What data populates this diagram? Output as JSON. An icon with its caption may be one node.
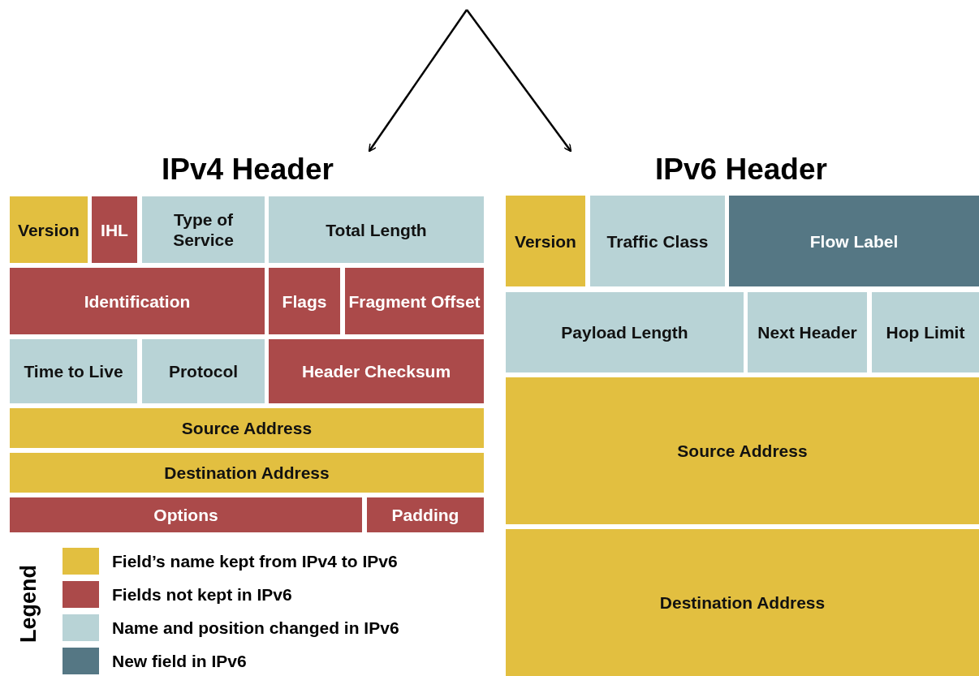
{
  "diagram": {
    "nodes": [
      {
        "text": [
          "IPv4 Header"
        ]
      },
      {
        "text": [
          "Version"
        ],
        "in": 0
      },
      {
        "text": [
          "IHL"
        ],
        "in": 0
      },
      {
        "text": [
          "Type of Service"
        ],
        "in": 0
      },
      {
        "text": [
          "Total Length"
        ],
        "in": 0
      },
      {
        "text": [
          "Identification"
        ],
        "in": 0
      },
      {
        "text": [
          "Flags"
        ],
        "in": 0
      },
      {
        "text": [
          "Fragment Offset"
        ],
        "in": 0
      },
      {
        "text": [
          "Time to Live"
        ],
        "in": 0
      },
      {
        "text": [
          "Protocol"
        ],
        "in": 0
      },
      {
        "text": [
          "Header Checksum"
        ],
        "in": 0
      },
      {
        "text": [
          "Source Address"
        ],
        "in": 0
      },
      {
        "text": [
          "Destination Address"
        ],
        "in": 0
      },
      {
        "text": [
          "Options"
        ],
        "in": 0
      },
      {
        "text": [
          "Padding"
        ],
        "in": 0
      },
      {
        "text": [
          "IPv6 Header"
        ]
      },
      {
        "text": [
          "Version"
        ],
        "in": 15
      },
      {
        "text": [
          "Traffic Class"
        ],
        "in": 15
      },
      {
        "text": [
          "Flow Label"
        ],
        "in": 15
      },
      {
        "text": [
          "Payload Length"
        ],
        "in": 15
      },
      {
        "text": [
          "Next Header"
        ],
        "in": 15
      },
      {
        "text": [
          "Hop Limit"
        ],
        "in": 15
      },
      {
        "text": [
          "Source Address"
        ],
        "in": 15
      },
      {
        "text": [
          "Destination Address"
        ],
        "in": 15
      }
    ],
    "edges": [
      {
        "from": null,
        "to": 0,
        "arrow": "to"
      },
      {
        "from": null,
        "to": 15,
        "arrow": "to"
      }
    ],
    "labels": [
      "Legend"
    ],
    "legend": [
      {
        "text": "Field’s name kept from IPv4 to IPv6",
        "color": "#e2bf40"
      },
      {
        "text": "Fields not kept in IPv6",
        "color": "#ab4a4a"
      },
      {
        "text": "Name and position changed in IPv6",
        "color": "#b8d3d6"
      },
      {
        "text": "New field in IPv6",
        "color": "#557784"
      }
    ]
  }
}
